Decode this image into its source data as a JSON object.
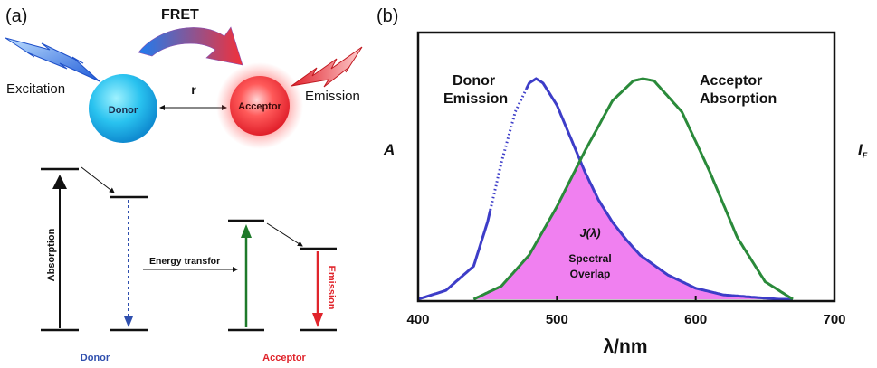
{
  "panel_a": {
    "label": "(a)",
    "fret_label": "FRET",
    "excitation_label": "Excitation",
    "emission_label": "Emission",
    "donor_label": "Donor",
    "acceptor_label": "Acceptor",
    "distance_label": "r",
    "absorption_label": "Absorption",
    "energy_transfer_label": "Energy transfor",
    "emission_vertical_label": "Emission",
    "donor_caption": "Donor",
    "acceptor_caption": "Acceptor",
    "colors": {
      "donor": "#1e9be0",
      "acceptor": "#e8333a",
      "green_arrow": "#1e7a2a",
      "donor_text": "#2f4fae",
      "acceptor_text": "#e0242b"
    }
  },
  "panel_b": {
    "label": "(b)",
    "left_axis_label": "A",
    "right_axis_label": "I",
    "right_axis_subscript": "F",
    "overlap_symbol": "J(λ)",
    "overlap_text_1": "Spectral",
    "overlap_text_2": "Overlap",
    "donor_curve_label_1": "Donor",
    "donor_curve_label_2": "Emission",
    "acceptor_curve_label_1": "Acceptor",
    "acceptor_curve_label_2": "Absorption",
    "colors": {
      "donor": "#3d3dc8",
      "acceptor": "#2a8a3a",
      "overlap": "#f080f0"
    }
  },
  "chart_data": {
    "type": "line",
    "xlabel": "λ/nm",
    "ylabel": "A",
    "xlim": [
      400,
      700
    ],
    "xticks": [
      400,
      500,
      600,
      700
    ],
    "grid": false,
    "legend": "none",
    "series": [
      {
        "name": "Donor Emission",
        "peak_x": 485,
        "peak_y": 1.0,
        "x": [
          400,
          420,
          440,
          450,
          460,
          470,
          480,
          485,
          490,
          500,
          510,
          520,
          530,
          540,
          550,
          560,
          580,
          600,
          620,
          640,
          660,
          670
        ],
        "y": [
          0.0,
          0.04,
          0.15,
          0.35,
          0.62,
          0.85,
          0.98,
          1.0,
          0.98,
          0.88,
          0.73,
          0.58,
          0.45,
          0.35,
          0.27,
          0.2,
          0.11,
          0.05,
          0.02,
          0.01,
          0.0,
          0.0
        ]
      },
      {
        "name": "Acceptor Absorption",
        "peak_x": 562,
        "peak_y": 1.0,
        "x": [
          440,
          460,
          480,
          500,
          520,
          540,
          555,
          562,
          570,
          590,
          610,
          630,
          650,
          670
        ],
        "y": [
          0.0,
          0.06,
          0.2,
          0.42,
          0.67,
          0.9,
          0.99,
          1.0,
          0.99,
          0.85,
          0.58,
          0.28,
          0.08,
          0.0
        ]
      }
    ]
  }
}
